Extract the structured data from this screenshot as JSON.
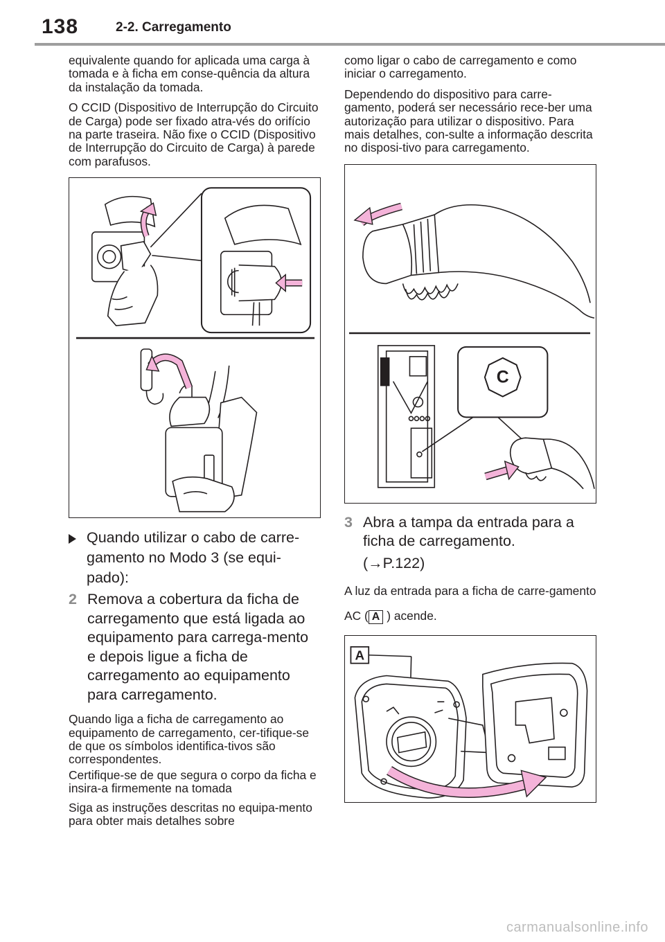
{
  "header": {
    "page_number": "138",
    "section_title": "2-2. Carregamento"
  },
  "left_column": {
    "para1": "equivalente quando for aplicada uma carga à tomada e à ficha em conse-quência da altura da instalação da tomada.",
    "para2": "O CCID (Dispositivo de Interrupção do Circuito de Carga) pode ser fixado atra-vés do orifício na parte traseira. Não fixe o CCID (Dispositivo de Interrupção do Circuito de Carga) à parede com parafusos.",
    "bullet_mode3": "Quando utilizar o cabo de carre-gamento no Modo 3 (se equi-pado):",
    "step2": {
      "number": "2",
      "text": "Remova a cobertura da ficha de carregamento que está ligada ao equipamento para carrega-mento e depois ligue a ficha de carregamento ao equipamento para carregamento."
    },
    "note1": "Quando liga a ficha de carregamento ao equipamento de carregamento, cer-tifique-se de que os símbolos identifica-tivos são correspondentes.",
    "note2": "Certifique-se de que segura o corpo da ficha e insira-a firmemente na tomada",
    "note3": "Siga as instruções descritas no equipa-mento para obter mais detalhes sobre"
  },
  "right_column": {
    "para1": "como ligar o cabo de carregamento e como iniciar o carregamento.",
    "para2": "Dependendo do dispositivo para carre-gamento, poderá ser necessário rece-ber uma autorização para utilizar o dispositivo. Para mais detalhes, con-sulte a informação descrita no disposi-tivo para carregamento.",
    "figure_callout_c": "C",
    "step3": {
      "number": "3",
      "text": "Abra a tampa da entrada para a ficha de carregamento.",
      "ref": "(→P.122)"
    },
    "note_light_before": "A luz da entrada para a ficha de carre-gamento AC (",
    "note_light_label": "A",
    "note_light_after": " ) acende.",
    "figure_callout_a": "A"
  },
  "footer": {
    "watermark": "carmanualsonline.info"
  },
  "colors": {
    "arrow_pink": "#f4b3d9",
    "header_rule": "#9e9e9e",
    "step_number": "#8c8c8c"
  }
}
